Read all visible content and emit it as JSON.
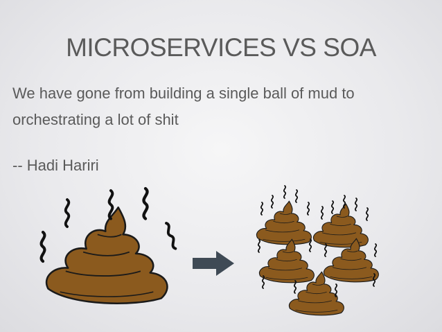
{
  "slide": {
    "title": "MICROSERVICES VS SOA",
    "quote": "We have gone from building a single ball of mud to orchestrating a lot of shit",
    "author": "-- Hadi Hariri"
  },
  "illustration": {
    "left_icon": "large-poop-icon",
    "arrow_icon": "right-arrow-icon",
    "right_icon": "many-small-poop-icons",
    "colors": {
      "poop": "#8B5A1E",
      "outline": "#1a1a1a",
      "arrow": "#3f4a55"
    }
  }
}
